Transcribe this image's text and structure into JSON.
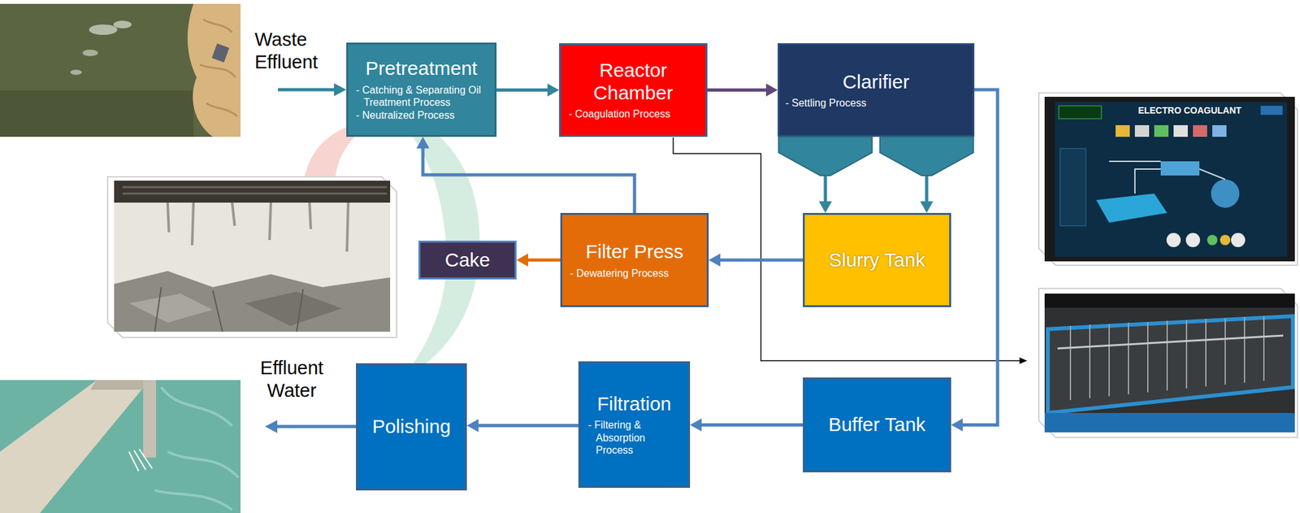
{
  "diagram": {
    "nodes": [
      {
        "text": [
          "Pretreatment",
          "- Catching & Separating Oil Treatment Process",
          "- Neutralized Process"
        ]
      },
      {
        "text": [
          "Reactor Chamber",
          "- Coagulation Process"
        ]
      },
      {
        "text": [
          "Clarifier",
          "- Settling Process"
        ]
      },
      {
        "text": [
          "Slurry Tank"
        ]
      },
      {
        "text": [
          "Filter Press",
          "- Dewatering Process"
        ]
      },
      {
        "text": [
          "Cake"
        ]
      },
      {
        "text": [
          "Buffer Tank"
        ]
      },
      {
        "text": [
          "Filtration",
          "- Filtering & Absorption Process"
        ]
      },
      {
        "text": [
          "Polishing"
        ]
      }
    ],
    "edges": [
      {
        "from": 0,
        "to": 1,
        "arrow": "to"
      },
      {
        "from": 1,
        "to": 2,
        "arrow": "to"
      },
      {
        "from": 2,
        "to": 3,
        "arrow": "to"
      },
      {
        "from": 2,
        "to": 3,
        "arrow": "to"
      },
      {
        "from": 3,
        "to": 4,
        "arrow": "to"
      },
      {
        "from": 4,
        "to": 5,
        "arrow": "to"
      },
      {
        "from": 4,
        "to": 0,
        "arrow": "to"
      },
      {
        "from": 2,
        "to": 6,
        "arrow": "to"
      },
      {
        "from": 6,
        "to": 7,
        "arrow": "to"
      },
      {
        "from": 7,
        "to": 8,
        "arrow": "to"
      }
    ],
    "labels": [
      "Waste Effluent",
      "Effluent Water",
      "ELECTRO COAGULANT"
    ]
  }
}
